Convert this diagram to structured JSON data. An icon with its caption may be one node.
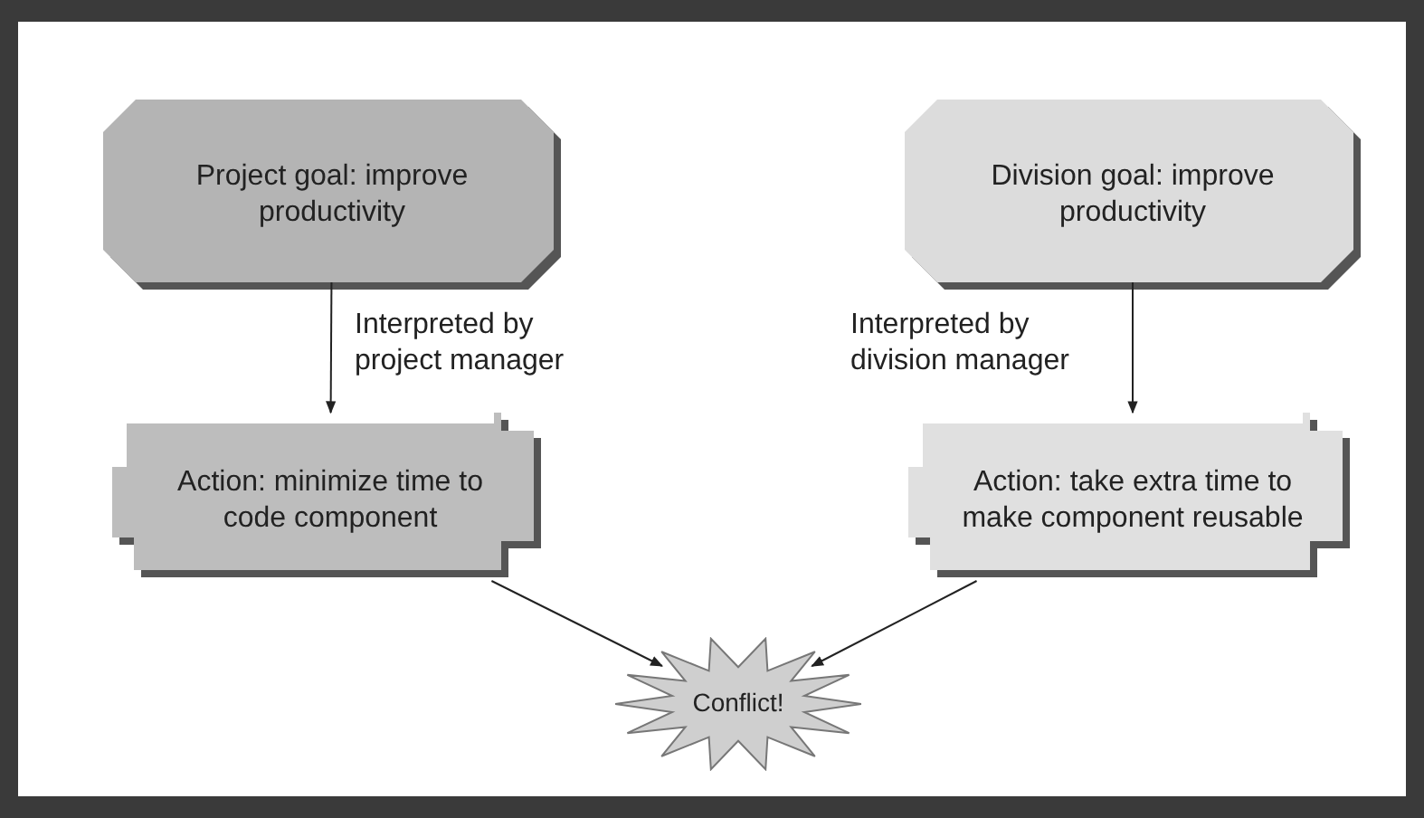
{
  "diagram": {
    "nodes": [
      {
        "text": [
          "Project goal: improve productivity"
        ]
      },
      {
        "text": [
          "Division goal: improve productivity"
        ]
      },
      {
        "text": [
          "Action: minimize time to code component"
        ]
      },
      {
        "text": [
          "Action: take extra time to make component reusable"
        ]
      },
      {
        "text": [
          "Conflict!"
        ]
      }
    ],
    "edges": [
      {
        "from": 0,
        "to": 2,
        "arrow": "to",
        "label": "Interpreted by project manager"
      },
      {
        "from": 1,
        "to": 3,
        "arrow": "to",
        "label": "Interpreted by division manager"
      },
      {
        "from": 2,
        "to": 4,
        "arrow": "to"
      },
      {
        "from": 3,
        "to": 4,
        "arrow": "to"
      }
    ]
  }
}
